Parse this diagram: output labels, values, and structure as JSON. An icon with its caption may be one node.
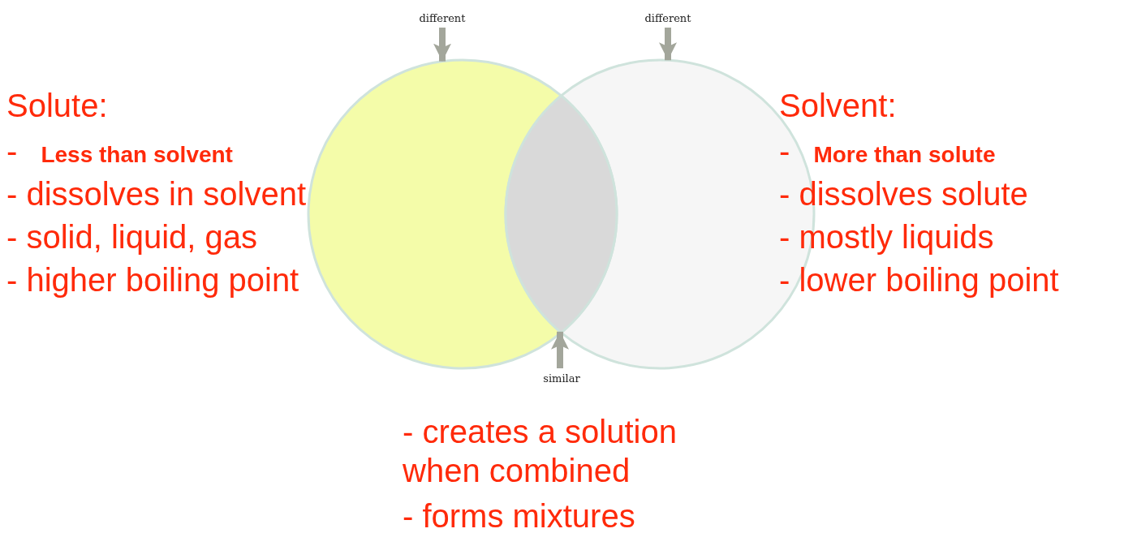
{
  "diagram": {
    "nodes": [
      {
        "text": [
          "different"
        ]
      },
      {
        "text": [
          "different"
        ]
      },
      {
        "text": [],
        "shape": "circle"
      },
      {
        "text": [],
        "shape": "circle"
      },
      {
        "text": [],
        "shape": "lens"
      },
      {
        "text": [
          "similar"
        ]
      }
    ],
    "edges": [
      {
        "from": 0,
        "to": 2,
        "arrow": "to"
      },
      {
        "from": 1,
        "to": 3,
        "arrow": "to"
      },
      {
        "from": 5,
        "to": 4,
        "arrow": "to"
      }
    ],
    "labels": [
      "Solute:",
      "- **Less than solvent**",
      "- dissolves in solvent",
      "- solid, liquid, gas",
      "- higher boiling point",
      "Solvent:",
      "- **More than solute**",
      "- dissolves solute",
      "- mostly liquids",
      "- lower boiling point",
      "- creates a solution when combined",
      "- forms mixtures"
    ]
  }
}
